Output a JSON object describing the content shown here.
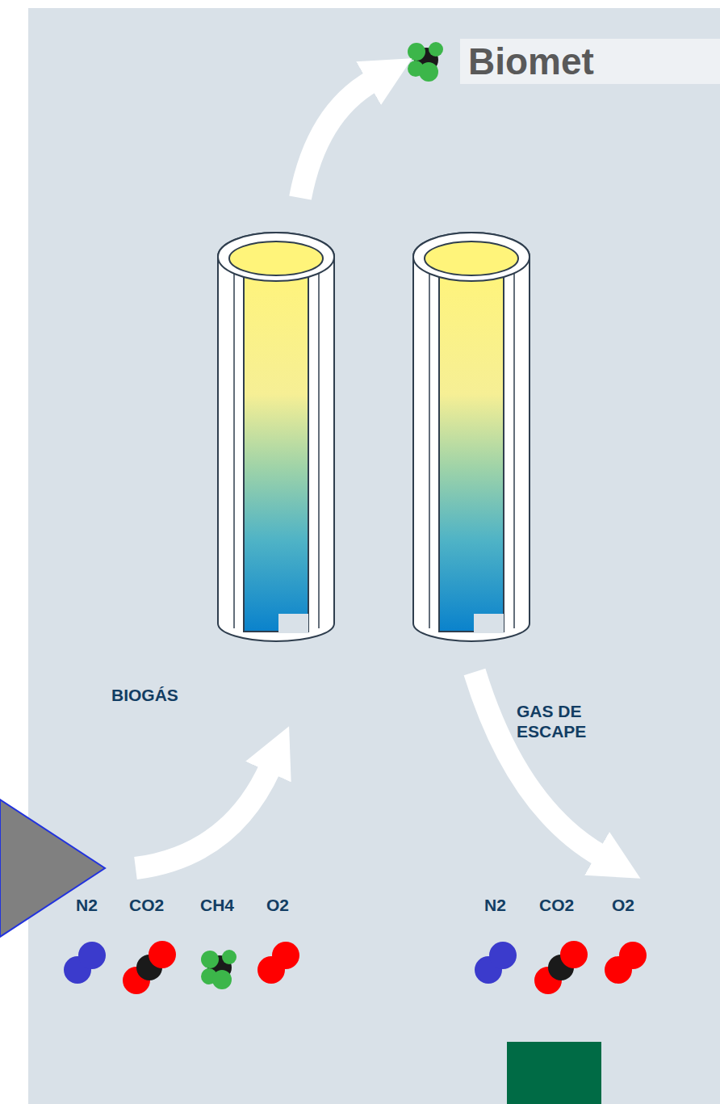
{
  "diagram": {
    "title": "Biomet",
    "labels": [
      "BIOGÁS",
      "GAS DE ESCAPE",
      "N2",
      "CO2",
      "CH4",
      "O2",
      "N2",
      "CO2",
      "O2"
    ]
  }
}
